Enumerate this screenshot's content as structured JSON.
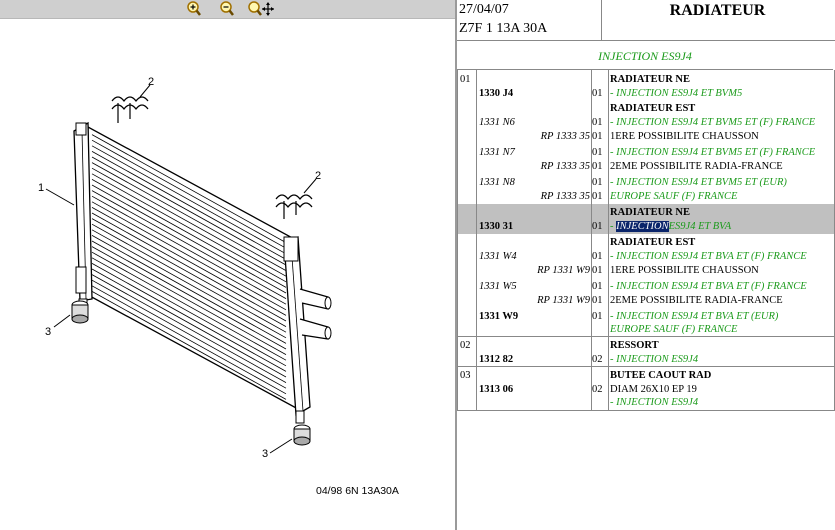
{
  "toolbar": {
    "zoom_in_icon": "zoom-in-icon",
    "zoom_out_icon": "zoom-out-icon",
    "zoom_pan_icon": "zoom-pan-icon"
  },
  "diagram": {
    "callouts": [
      "1",
      "2",
      "2",
      "3",
      "3"
    ],
    "caption": "04/98  6N 13A30A"
  },
  "header": {
    "date": "27/04/07",
    "model": "Z7F 1 13A 30A",
    "title": "RADIATEUR"
  },
  "section_title": "INJECTION ES9J4",
  "groups": [
    {
      "num": "01",
      "rows": [
        {
          "ref": "1330 J4",
          "qty": "01",
          "name": "RADIATEUR NE",
          "desc": "- INJECTION ES9J4 ET BVM5"
        },
        {
          "ref": "",
          "qty": "",
          "name": "RADIATEUR EST",
          "desc": ""
        },
        {
          "ref": "1331 N6",
          "qty": "01",
          "name": "",
          "desc": "- INJECTION ES9J4 ET BVM5 ET (F) FRANCE"
        },
        {
          "ref": "RP 1333 35",
          "qty": "01",
          "name": "",
          "desc": "1ERE POSSIBILITE CHAUSSON"
        },
        {
          "ref": "1331 N7",
          "qty": "01",
          "name": "",
          "desc": "- INJECTION ES9J4 ET BVM5 ET (F) FRANCE"
        },
        {
          "ref": "RP 1333 35",
          "qty": "01",
          "name": "",
          "desc": "2EME POSSIBILITE RADIA-FRANCE"
        },
        {
          "ref": "1331 N8",
          "qty": "01",
          "name": "",
          "desc": "- INJECTION ES9J4 ET BVM5 ET (EUR)"
        },
        {
          "ref": "RP 1333 35",
          "qty": "01",
          "name": "",
          "desc": "EUROPE SAUF (F) FRANCE"
        },
        {
          "ref": "1330 31",
          "qty": "01",
          "name": "RADIATEUR NE",
          "desc_hl": "INJECTION",
          "desc_rest": "ES9J4 ET BVA"
        },
        {
          "ref": "",
          "qty": "",
          "name": "RADIATEUR EST",
          "desc": ""
        },
        {
          "ref": "1331 W4",
          "qty": "01",
          "name": "",
          "desc": "- INJECTION ES9J4 ET BVA ET (F) FRANCE"
        },
        {
          "ref": "RP 1331 W9",
          "qty": "01",
          "name": "",
          "desc": "1ERE POSSIBILITE CHAUSSON"
        },
        {
          "ref": "1331 W5",
          "qty": "01",
          "name": "",
          "desc": "- INJECTION ES9J4 ET BVA ET (F) FRANCE"
        },
        {
          "ref": "RP 1331 W9",
          "qty": "01",
          "name": "",
          "desc": "2EME POSSIBILITE RADIA-FRANCE"
        },
        {
          "ref": "1331 W9",
          "qty": "01",
          "name": "",
          "desc": "- INJECTION ES9J4 ET BVA ET (EUR)"
        },
        {
          "ref": "",
          "qty": "",
          "name": "",
          "desc": "EUROPE SAUF (F) FRANCE"
        }
      ]
    },
    {
      "num": "02",
      "rows": [
        {
          "ref": "1312 82",
          "qty": "02",
          "name": "RESSORT",
          "desc": "- INJECTION ES9J4"
        }
      ]
    },
    {
      "num": "03",
      "rows": [
        {
          "ref": "1313 06",
          "qty": "02",
          "name": "BUTEE CAOUT RAD",
          "desc_plain": "DIAM 26X10 EP 19",
          "desc": "- INJECTION ES9J4"
        }
      ]
    }
  ],
  "colors": {
    "green": "#1a9a1a",
    "selected_row": "#c0c0c0",
    "highlight": "#0a246a"
  }
}
